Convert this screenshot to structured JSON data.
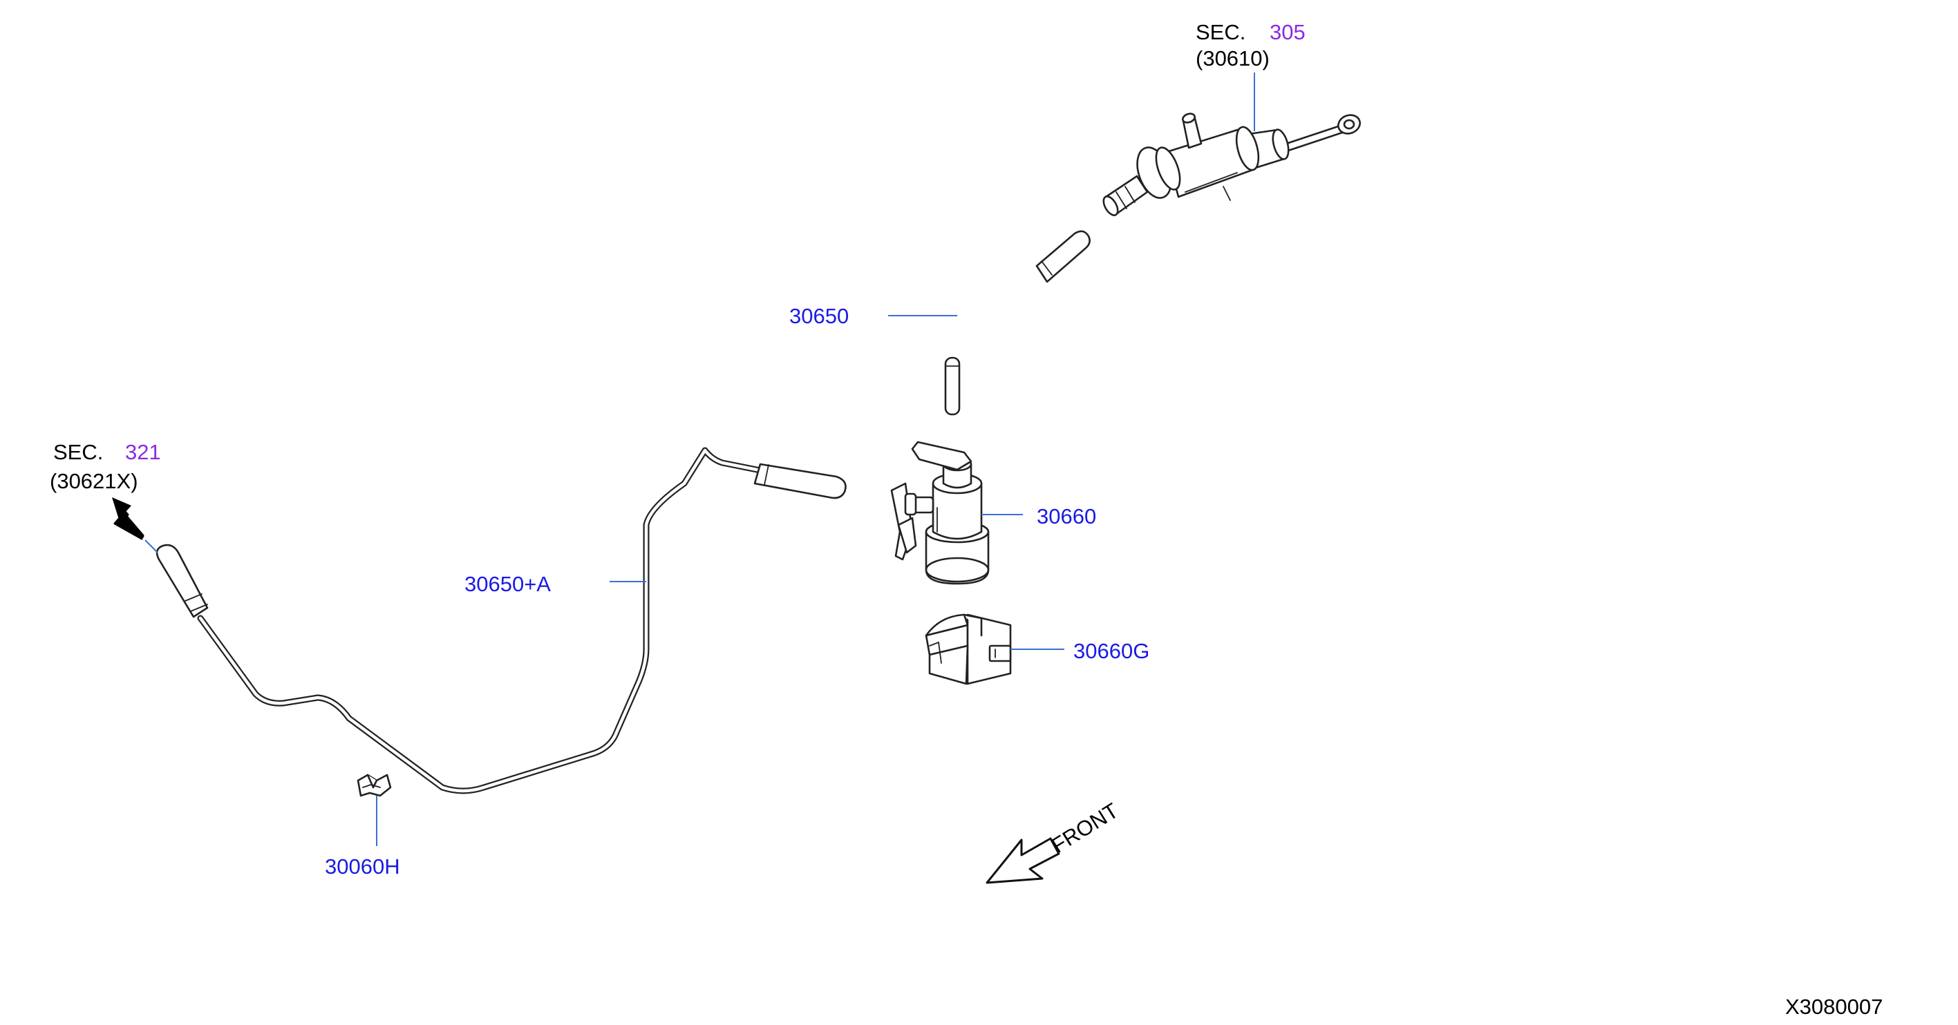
{
  "callouts": {
    "sec_top": {
      "sec": "SEC.",
      "num": "305",
      "ref": "(30610)"
    },
    "sec_left": {
      "sec": "SEC.",
      "num": "321",
      "ref": "(30621X)"
    },
    "parts": {
      "p30650": "30650",
      "p30650a": "30650+A",
      "p30660": "30660",
      "p30660g": "30660G",
      "p30060h": "30060H"
    }
  },
  "front_label": "FRONT",
  "diagram_id": "X3080007",
  "colors": {
    "part_number": "#1a1ae6",
    "section_number": "#8a2be2",
    "leader_line": "#3b6fd8",
    "ink": "#222222"
  }
}
